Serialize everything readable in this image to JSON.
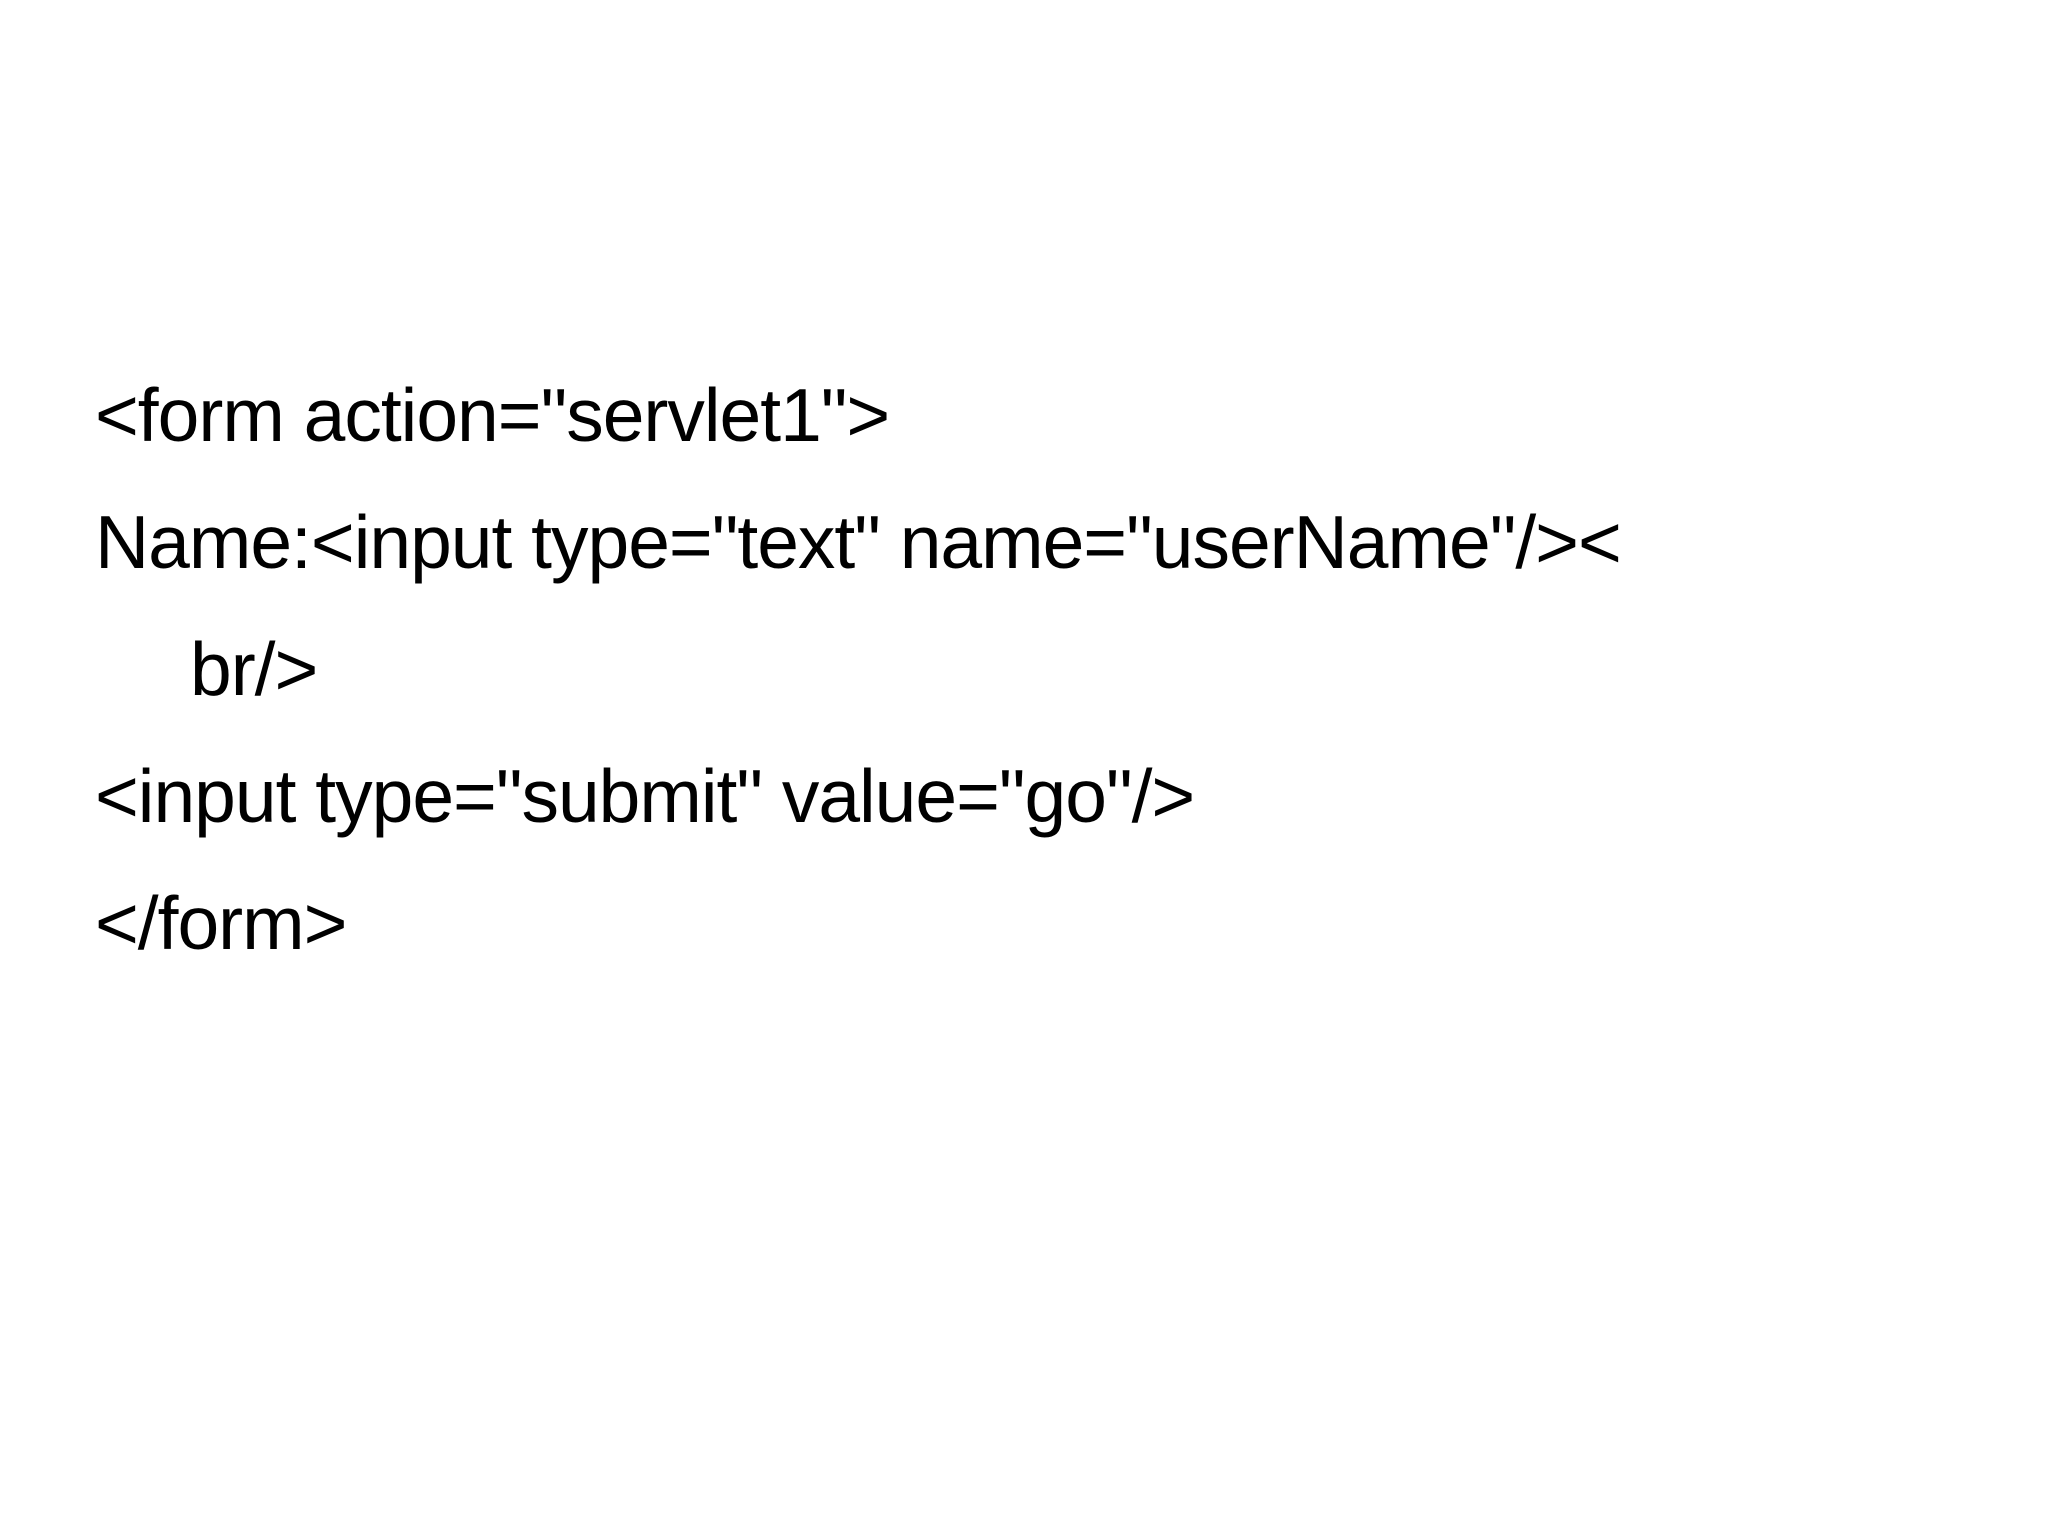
{
  "slide": {
    "background_color": "#ffffff",
    "text_color": "#000000",
    "code_lines": [
      {
        "text": "<form action=\"servlet1\">",
        "indent": false
      },
      {
        "text": "Name:<input type=\"text\" name=\"userName\"/><",
        "indent": false
      },
      {
        "text": "br/>",
        "indent": true
      },
      {
        "text": "<input type=\"submit\" value=\"go\"/>",
        "indent": false
      },
      {
        "text": "</form>",
        "indent": false
      }
    ]
  }
}
